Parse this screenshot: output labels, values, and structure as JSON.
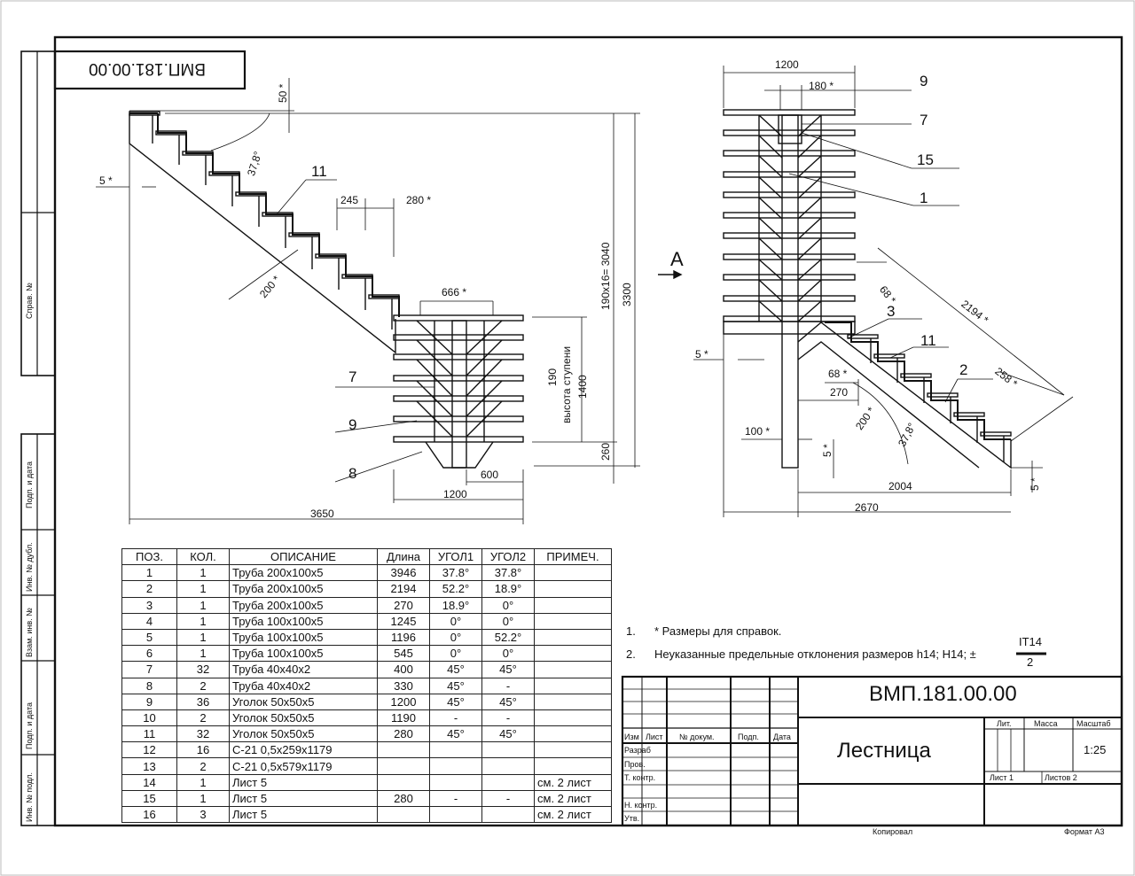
{
  "stamp_top": "ВМП.181.00.00",
  "side_labels": [
    "Справ. №",
    "Подп. и дата",
    "Инв. № дубл.",
    "Взам. инв. №",
    "Подп. и дата",
    "Инв. № подл."
  ],
  "view_left": {
    "dims": [
      "50 *",
      "5 *",
      "37,8°",
      "245",
      "280 *",
      "200 *",
      "666 *",
      "190x16= 3040",
      "3300",
      "190",
      "высота ступени",
      "1400",
      "260",
      "600",
      "1200",
      "3650"
    ],
    "callouts": [
      "11",
      "7",
      "9",
      "8"
    ]
  },
  "view_arrow": "A",
  "view_right": {
    "dims": [
      "1200",
      "180 *",
      "68 *",
      "2194 *",
      "5 *",
      "68 *",
      "270",
      "258 *",
      "200 *",
      "37,8°",
      "100 *",
      "5 *",
      "2004",
      "5 *",
      "2670"
    ],
    "callouts": [
      "9",
      "7",
      "15",
      "1",
      "3",
      "11",
      "2"
    ]
  },
  "bom": {
    "headers": [
      "ПОЗ.",
      "КОЛ.",
      "ОПИСАНИЕ",
      "Длина",
      "УГОЛ1",
      "УГОЛ2",
      "ПРИМЕЧ."
    ],
    "rows": [
      [
        "1",
        "1",
        "Труба 200x100x5",
        "3946",
        "37.8°",
        "37.8°",
        ""
      ],
      [
        "2",
        "1",
        "Труба 200x100x5",
        "2194",
        "52.2°",
        "18.9°",
        ""
      ],
      [
        "3",
        "1",
        "Труба 200x100x5",
        "270",
        "18.9°",
        "0°",
        ""
      ],
      [
        "4",
        "1",
        "Труба 100x100x5",
        "1245",
        "0°",
        "0°",
        ""
      ],
      [
        "5",
        "1",
        "Труба 100x100x5",
        "1196",
        "0°",
        "52.2°",
        ""
      ],
      [
        "6",
        "1",
        "Труба 100x100x5",
        "545",
        "0°",
        "0°",
        ""
      ],
      [
        "7",
        "32",
        "Труба 40x40x2",
        "400",
        "45°",
        "45°",
        ""
      ],
      [
        "8",
        "2",
        "Труба 40x40x2",
        "330",
        "45°",
        "-",
        ""
      ],
      [
        "9",
        "36",
        "Уголок 50x50x5",
        "1200",
        "45°",
        "45°",
        ""
      ],
      [
        "10",
        "2",
        "Уголок 50x50x5",
        "1190",
        "-",
        "-",
        ""
      ],
      [
        "11",
        "32",
        "Уголок 50x50x5",
        "280",
        "45°",
        "45°",
        ""
      ],
      [
        "12",
        "16",
        "С-21 0,5x259x1179",
        "",
        "",
        "",
        ""
      ],
      [
        "13",
        "2",
        "С-21 0,5x579x1179",
        "",
        "",
        "",
        ""
      ],
      [
        "14",
        "1",
        "Лист 5",
        "",
        "",
        "",
        "см. 2 лист"
      ],
      [
        "15",
        "1",
        "Лист 5",
        "280",
        "-",
        "-",
        "см. 2 лист"
      ],
      [
        "16",
        "3",
        "Лист 5",
        "",
        "",
        "",
        "см. 2 лист"
      ]
    ]
  },
  "notes": [
    {
      "num": "1.",
      "text": "* Размеры для справок."
    },
    {
      "num": "2.",
      "text": "Неуказанные предельные отклонения размеров h14; H14; ±",
      "frac_top": "IT14",
      "frac_bottom": "2"
    }
  ],
  "title_block": {
    "doc_number": "ВМП.181.00.00",
    "title": "Лестница",
    "lit_label": "Лит.",
    "mass_label": "Масса",
    "scale_label": "Масштаб",
    "scale_value": "1:25",
    "sheet_label": "Лист 1",
    "sheets_label": "Листов 2",
    "change_headers": [
      "Изм",
      "Лист",
      "№ докум.",
      "Подп.",
      "Дата"
    ],
    "row_labels": [
      "Разраб",
      "Пров.",
      "Т. контр.",
      "",
      "Н. контр.",
      "Утв."
    ],
    "copied": "Копировал",
    "format": "Формат А3"
  }
}
